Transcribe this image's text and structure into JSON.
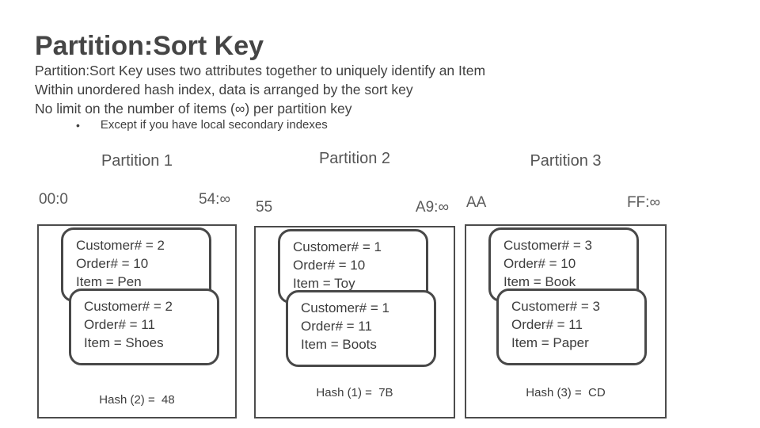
{
  "slide": {
    "title": "Partition:Sort Key",
    "body_lines": [
      "Partition:Sort Key uses two attributes together to uniquely identify an Item",
      "Within unordered hash index, data is arranged by the sort key",
      "No limit on the number of items (∞) per partition key"
    ],
    "bullet_char": "•",
    "bullet_text": "Except if you have local secondary indexes"
  },
  "partitions": [
    {
      "label": "Partition 1",
      "range_start": "00:0",
      "range_end": "54:∞",
      "items": [
        {
          "customer": "Customer# = 2",
          "order": "Order# = 10",
          "item": "Item = Pen"
        },
        {
          "customer": "Customer# = 2",
          "order": "Order# = 11",
          "item": "Item = Shoes"
        }
      ],
      "hash_label": "Hash (2) =  48"
    },
    {
      "label": "Partition 2",
      "range_start": "55",
      "range_end": "A9:∞",
      "items": [
        {
          "customer": "Customer# = 1",
          "order": "Order# = 10",
          "item": "Item = Toy"
        },
        {
          "customer": "Customer# = 1",
          "order": "Order# = 11",
          "item": "Item = Boots"
        }
      ],
      "hash_label": "Hash (1) =  7B"
    },
    {
      "label": "Partition 3",
      "range_start": "AA",
      "range_end": "FF:∞",
      "items": [
        {
          "customer": "Customer# = 3",
          "order": "Order# = 10",
          "item": "Item = Book"
        },
        {
          "customer": "Customer# = 3",
          "order": "Order# = 11",
          "item": "Item = Paper"
        }
      ],
      "hash_label": "Hash (3) =  CD"
    }
  ],
  "colors": {
    "background": "#ffffff",
    "text_primary": "#3f3f3f",
    "border": "#4c4c4c"
  }
}
